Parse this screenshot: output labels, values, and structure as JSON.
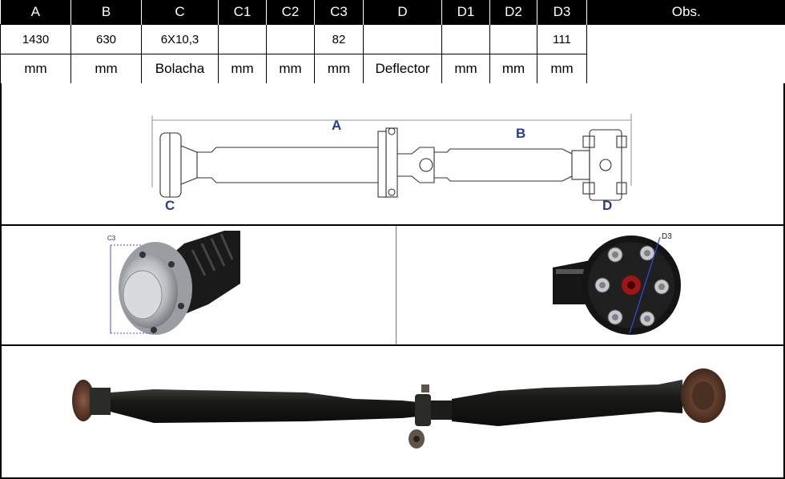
{
  "table": {
    "headers": [
      "A",
      "B",
      "C",
      "C1",
      "C2",
      "C3",
      "D",
      "D1",
      "D2",
      "D3",
      "Obs."
    ],
    "values": [
      "1430",
      "630",
      "6X10,3",
      "",
      "",
      "82",
      "",
      "",
      "",
      "111",
      ""
    ],
    "units": [
      "mm",
      "mm",
      "Bolacha",
      "mm",
      "mm",
      "mm",
      "Deflector",
      "mm",
      "mm",
      "mm",
      ""
    ]
  },
  "diagram": {
    "labels": {
      "a": "A",
      "b": "B",
      "c": "C",
      "d": "D"
    }
  },
  "photos": {
    "left_label": "C3",
    "right_label": "D3"
  },
  "colors": {
    "header_bg": "#000000",
    "header_text": "#ffffff",
    "dimension_blue": "#2b3b8f",
    "measure_purple": "#6a3fc9"
  }
}
